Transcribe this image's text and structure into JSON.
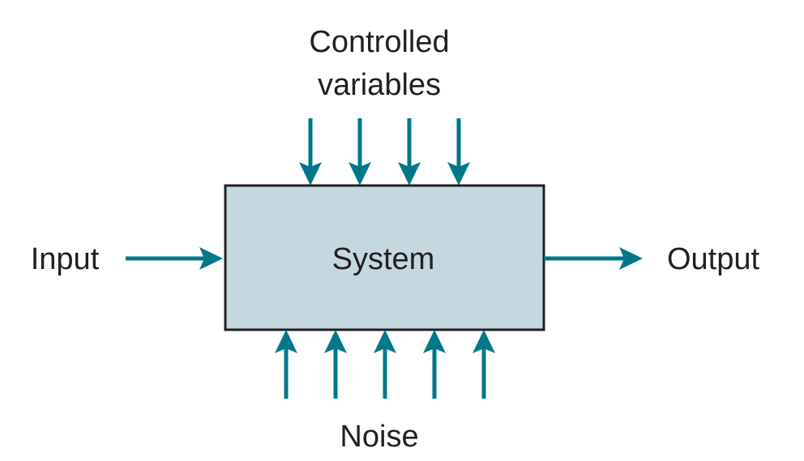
{
  "diagram": {
    "controlled_label_line1": "Controlled",
    "controlled_label_line2": "variables",
    "system_label": "System",
    "input_label": "Input",
    "output_label": "Output",
    "noise_label": "Noise",
    "controlled_arrow_count": 4,
    "noise_arrow_count": 5
  },
  "colors": {
    "arrow": "#00788a",
    "box_fill": "#c5d8df",
    "box_stroke": "#231f20",
    "text": "#231f20"
  }
}
